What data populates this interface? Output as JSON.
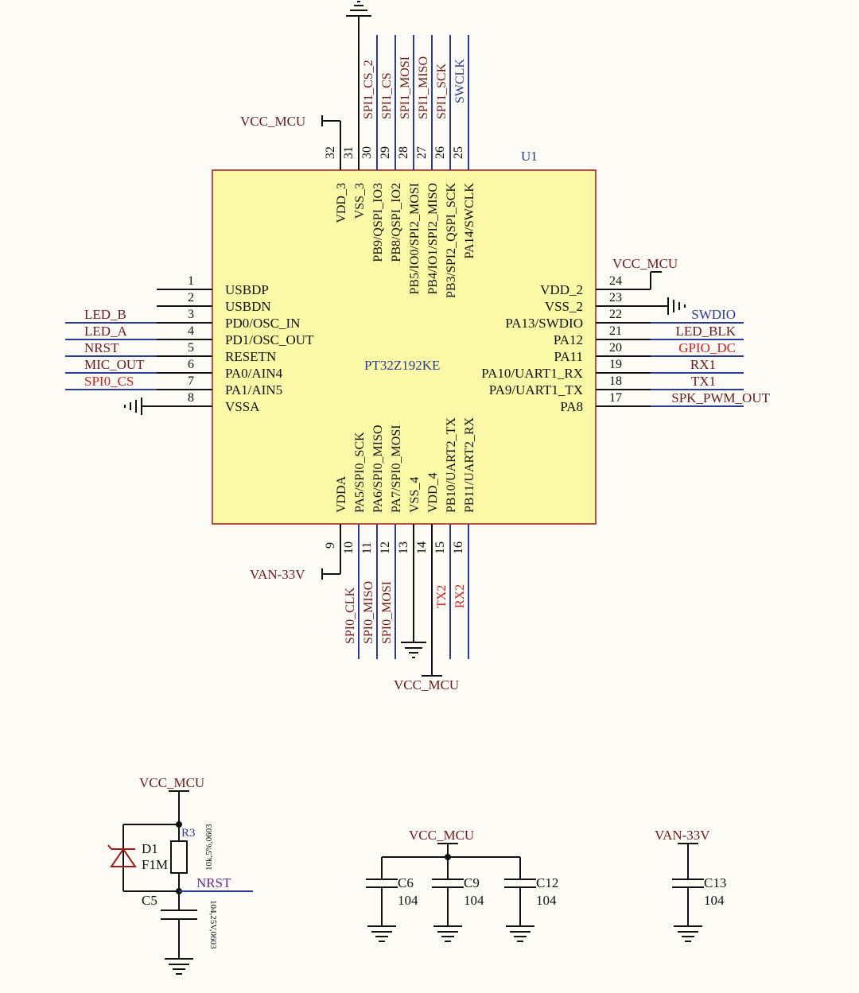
{
  "chip": {
    "ref": "U1",
    "part": "PT32Z192KE",
    "left_pins": [
      {
        "num": "1",
        "name": "USBDP",
        "net": ""
      },
      {
        "num": "2",
        "name": "USBDN",
        "net": ""
      },
      {
        "num": "3",
        "name": "PD0/OSC_IN",
        "net": "LED_B"
      },
      {
        "num": "4",
        "name": "PD1/OSC_OUT",
        "net": "LED_A"
      },
      {
        "num": "5",
        "name": "RESETN",
        "net": "NRST"
      },
      {
        "num": "6",
        "name": "PA0/AIN4",
        "net": "MIC_OUT"
      },
      {
        "num": "7",
        "name": "PA1/AIN5",
        "net": "SPI0_CS"
      },
      {
        "num": "8",
        "name": "VSSA",
        "net": ""
      }
    ],
    "right_pins": [
      {
        "num": "24",
        "name": "VDD_2",
        "net": "VCC_MCU"
      },
      {
        "num": "23",
        "name": "VSS_2",
        "net": ""
      },
      {
        "num": "22",
        "name": "PA13/SWDIO",
        "net": "SWDIO"
      },
      {
        "num": "21",
        "name": "PA12",
        "net": "LED_BLK"
      },
      {
        "num": "20",
        "name": "PA11",
        "net": "GPIO_DC"
      },
      {
        "num": "19",
        "name": "PA10/UART1_RX",
        "net": "RX1"
      },
      {
        "num": "18",
        "name": "PA9/UART1_TX",
        "net": "TX1"
      },
      {
        "num": "17",
        "name": "PA8",
        "net": "SPK_PWM_OUT"
      }
    ],
    "top_pins": [
      {
        "num": "32",
        "name": "VDD_3",
        "net": "VCC_MCU"
      },
      {
        "num": "31",
        "name": "VSS_3",
        "net": ""
      },
      {
        "num": "30",
        "name": "PB9/QSPI_IO3",
        "net": "SPI1_CS_2"
      },
      {
        "num": "29",
        "name": "PB8/QSPI_IO2",
        "net": "SPI1_CS"
      },
      {
        "num": "28",
        "name": "PB5/IO0/SPI2_MOSI",
        "net": "SPI1_MOSI"
      },
      {
        "num": "27",
        "name": "PB4/IO1/SPI2_MISO",
        "net": "SPI1_MISO"
      },
      {
        "num": "26",
        "name": "PB3/SPI2_QSPI_SCK",
        "net": "SPI1_SCK"
      },
      {
        "num": "25",
        "name": "PA14/SWCLK",
        "net": "SWCLK"
      }
    ],
    "bottom_pins": [
      {
        "num": "9",
        "name": "VDDA",
        "net": "VAN-33V"
      },
      {
        "num": "10",
        "name": "PA5/SPI0_SCK",
        "net": "SPI0_CLK"
      },
      {
        "num": "11",
        "name": "PA6/SPI0_MISO",
        "net": "SPI0_MISO"
      },
      {
        "num": "12",
        "name": "PA7/SPI0_MOSI",
        "net": "SPI0_MOSI"
      },
      {
        "num": "13",
        "name": "VSS_4",
        "net": ""
      },
      {
        "num": "14",
        "name": "VDD_4",
        "net": "VCC_MCU"
      },
      {
        "num": "15",
        "name": "PB10/UART2_TX",
        "net": "TX2"
      },
      {
        "num": "16",
        "name": "PB11/UART2_RX",
        "net": "RX2"
      }
    ]
  },
  "labels": {
    "vcc_mcu": "VCC_MCU",
    "van_33v": "VAN-33V",
    "nrst": "NRST"
  },
  "reset_circuit": {
    "diode_ref": "D1",
    "diode_val": "F1M",
    "res_ref": "R3",
    "res_val": "10k,5%,0603",
    "cap_ref": "C5",
    "cap_val": "104,25V,0603"
  },
  "decoupling": [
    {
      "ref": "C6",
      "val": "104"
    },
    {
      "ref": "C9",
      "val": "104"
    },
    {
      "ref": "C12",
      "val": "104"
    },
    {
      "ref": "C13",
      "val": "104"
    }
  ],
  "colors": {
    "chip_fill": "#fbf8a6",
    "chip_border": "#a11a1a",
    "wire": "#111111",
    "bus": "#2a3a9a",
    "net_dark": "#6b1a1a",
    "net_red": "#d11f1f"
  }
}
